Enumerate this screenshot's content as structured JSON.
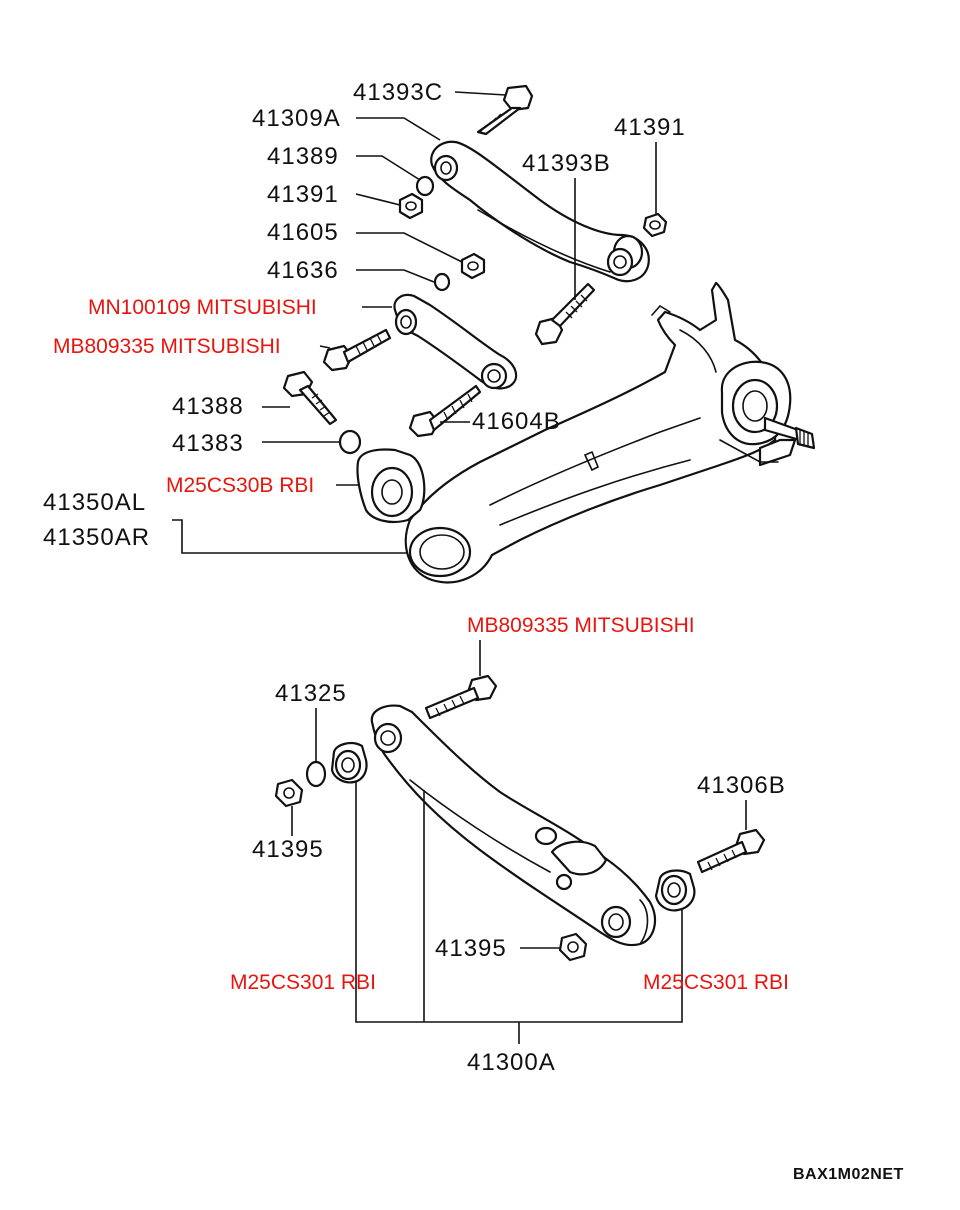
{
  "diagram": {
    "labels": [
      {
        "id": "l1",
        "text": "41393C",
        "color": "black"
      },
      {
        "id": "l2",
        "text": "41309A",
        "color": "black"
      },
      {
        "id": "l3",
        "text": "41391",
        "color": "black"
      },
      {
        "id": "l4",
        "text": "41389",
        "color": "black"
      },
      {
        "id": "l5",
        "text": "41393B",
        "color": "black"
      },
      {
        "id": "l6",
        "text": "41391",
        "color": "black"
      },
      {
        "id": "l7",
        "text": "41605",
        "color": "black"
      },
      {
        "id": "l8",
        "text": "41636",
        "color": "black"
      },
      {
        "id": "l9",
        "text": "MN100109 MITSUBISHI",
        "color": "red"
      },
      {
        "id": "l10",
        "text": "MB809335 MITSUBISHI",
        "color": "red"
      },
      {
        "id": "l11",
        "text": "41388",
        "color": "black"
      },
      {
        "id": "l12",
        "text": "41604B",
        "color": "black"
      },
      {
        "id": "l13",
        "text": "41383",
        "color": "black"
      },
      {
        "id": "l14",
        "text": "M25CS30B RBI",
        "color": "red"
      },
      {
        "id": "l15",
        "text": "41350AL",
        "color": "black"
      },
      {
        "id": "l16",
        "text": "41350AR",
        "color": "black"
      },
      {
        "id": "l17",
        "text": "MB809335 MITSUBISHI",
        "color": "red"
      },
      {
        "id": "l18",
        "text": "41325",
        "color": "black"
      },
      {
        "id": "l19",
        "text": "41306B",
        "color": "black"
      },
      {
        "id": "l20",
        "text": "41395",
        "color": "black"
      },
      {
        "id": "l21",
        "text": "41395",
        "color": "black"
      },
      {
        "id": "l22",
        "text": "M25CS301 RBI",
        "color": "red"
      },
      {
        "id": "l23",
        "text": "M25CS301 RBI",
        "color": "red"
      },
      {
        "id": "l24",
        "text": "41300A",
        "color": "black"
      }
    ],
    "watermark": "BAX1M02NET",
    "colors": {
      "ink": "#111111",
      "highlight": "#e8150f",
      "background": "#ffffff"
    }
  }
}
